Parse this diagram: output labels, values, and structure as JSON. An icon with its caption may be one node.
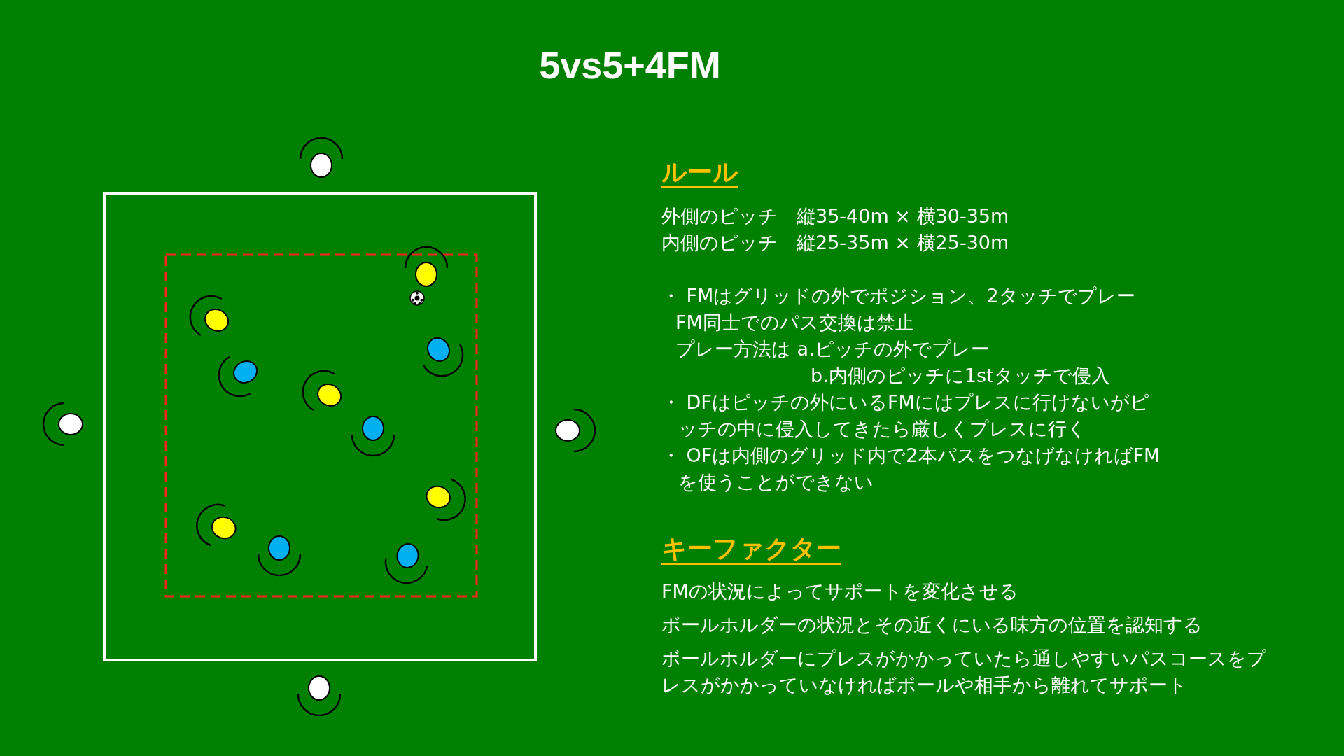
{
  "diagram": {
    "title": "5vs5+4FM",
    "labels": [
      "ルール",
      "外側のピッチ　縦35-40m × 横30-35m",
      "内側のピッチ　縦25-35m × 横25-30m",
      "・ FMはグリッドの外でポジション、2タッチでプレー",
      "FM同士でのパス交換は禁止",
      "プレー方法は a.ピッチの外でプレー",
      "b.内側のピッチに1stタッチで侵入",
      "・ DFはピッチの外にいるFMにはプレスに行けないがピッチの中に侵入してきたら厳しくプレスに行く",
      "・ OFは内側のグリッド内で2本パスをつなげなければFMを使うことができない",
      "キーファクター",
      "FMの状況によってサポートを変化させる",
      "ボールホルダーの状況とその近くにいる味方の位置を認知する",
      "ボールホルダーにプレスがかかっていたら通しやすいパスコースをプレスがかかっていなければボールや相手から離れてサポート"
    ]
  }
}
